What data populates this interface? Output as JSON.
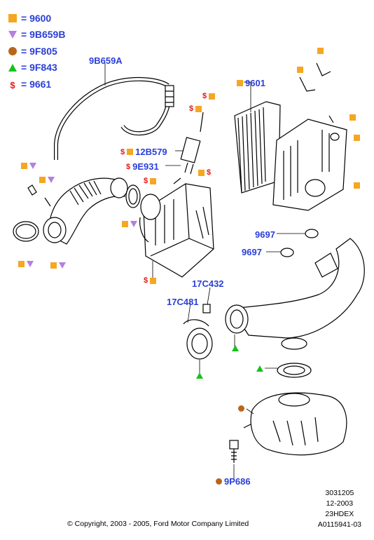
{
  "legend": [
    {
      "symbol": "orange-square",
      "label": "= 9600"
    },
    {
      "symbol": "purple-triangle-down",
      "label": "= 9B659B"
    },
    {
      "symbol": "brown-circle",
      "label": "= 9F805"
    },
    {
      "symbol": "green-triangle-up",
      "label": "= 9F843"
    },
    {
      "symbol": "red-dollar",
      "label": "= 9661"
    }
  ],
  "legend_dollar": "$",
  "callouts": {
    "c_9B659A": "9B659A",
    "c_9601": "9601",
    "c_12B579": "12B579",
    "c_9E931": "9E931",
    "c_9697_a": "9697",
    "c_9697_b": "9697",
    "c_17C432": "17C432",
    "c_17C481": "17C481",
    "c_9P686": "9P686"
  },
  "meta": {
    "line1": "3031205",
    "line2": "12-2003",
    "line3": "23HDEX",
    "line4": "A0115941-03"
  },
  "copyright": "© Copyright, 2003 - 2005, Ford Motor Company Limited",
  "colors": {
    "label_blue": "#2a3fd8",
    "square_orange": "#f5a623",
    "triangle_purple": "#b57fe0",
    "circle_brown": "#b8661c",
    "triangle_green": "#16c21b",
    "dollar_red": "#e01a1a"
  }
}
